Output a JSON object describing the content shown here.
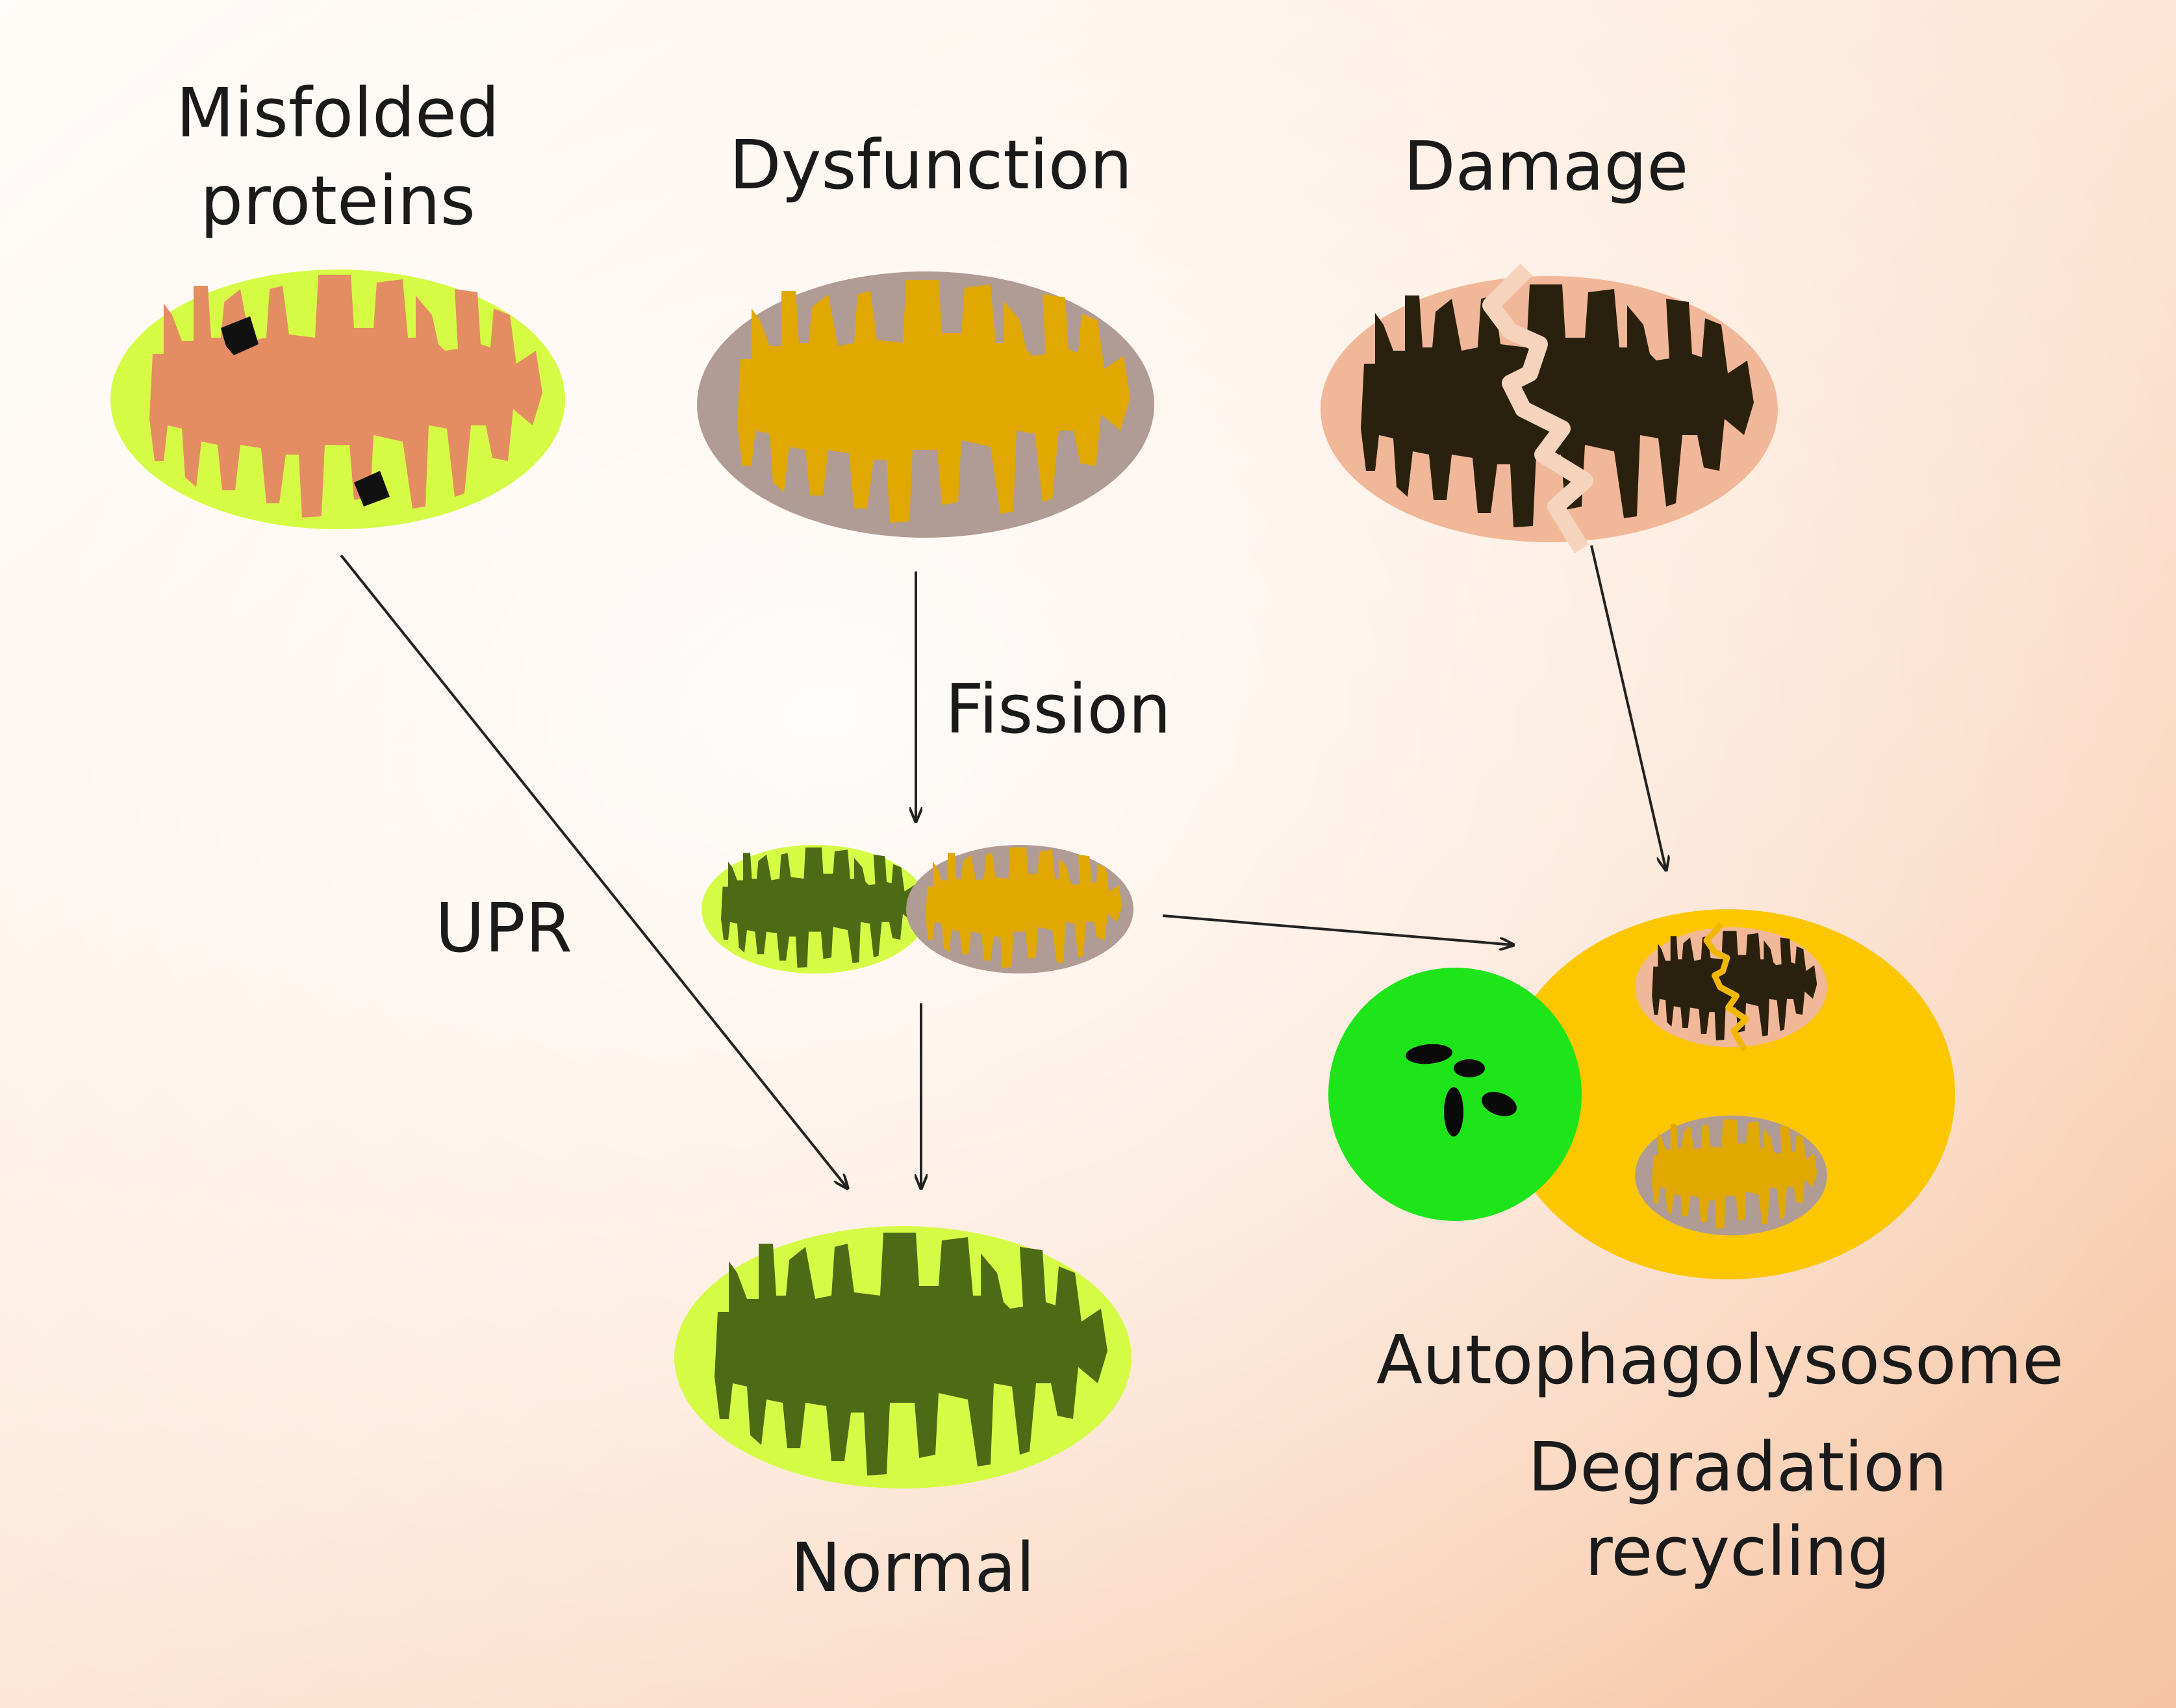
{
  "labels": {
    "misfolded_line1": "Misfolded",
    "misfolded_line2": "proteins",
    "dysfunction": "Dysfunction",
    "damage": "Damage",
    "fission": "Fission",
    "upr": "UPR",
    "normal": "Normal",
    "autophagolysosome": "Autophagolysosome",
    "degradation_line1": "Degradation",
    "degradation_line2": "recycling"
  },
  "colors": {
    "bg_peach": "#f6c4a3",
    "bg_light": "#fff8f2",
    "healthy_outer": "#d6fb45",
    "healthy_cristae": "#4d6b14",
    "misfolded_cristae": "#e48c62",
    "dysfunction_outer": "#b09c94",
    "dysfunction_cristae": "#e0a800",
    "damage_outer": "#f0b898",
    "damage_cristae": "#2a200e",
    "autophagosome": "#fcc700",
    "lysosome": "#1ee41a",
    "arrow": "#222222"
  }
}
